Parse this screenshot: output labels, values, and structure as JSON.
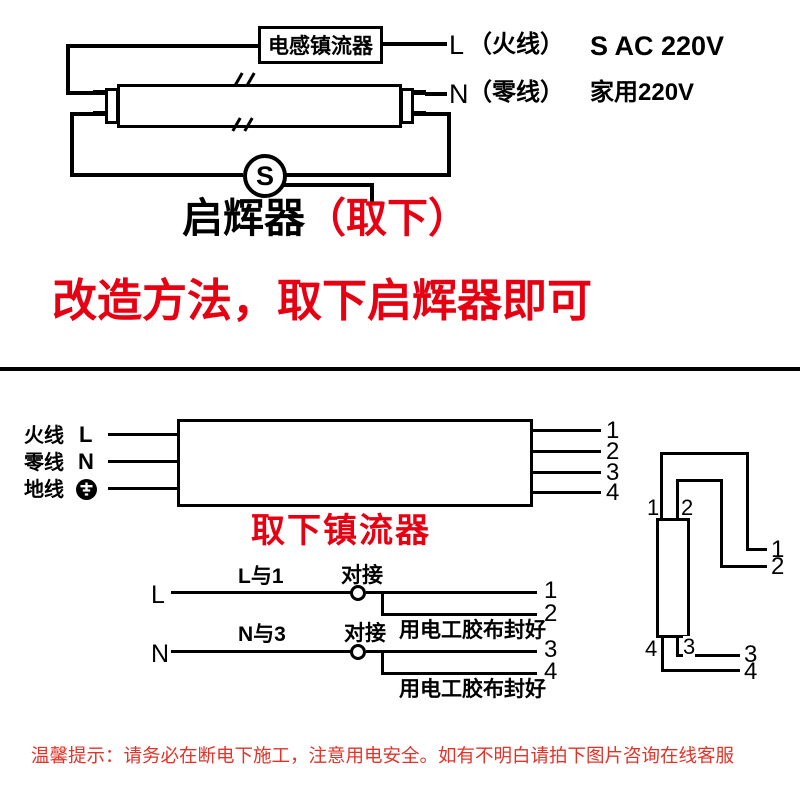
{
  "colors": {
    "accent_red": "#e60012",
    "tip_red": "#e23328"
  },
  "top": {
    "ballast_label": "电感镇流器",
    "starter_letter": "S",
    "live": {
      "letter": "L",
      "paren": "（火线）"
    },
    "neutral": {
      "letter": "N",
      "paren": "（零线）"
    },
    "supply_line1": "S AC 220V",
    "supply_line2": "家用220V",
    "starter_caption": {
      "black": "启辉器",
      "red": "（取下）"
    }
  },
  "headline": "改造方法，取下启辉器即可",
  "middle": {
    "inputs": [
      {
        "name": "火线",
        "symbol": "L"
      },
      {
        "name": "零线",
        "symbol": "N"
      },
      {
        "name": "地线",
        "symbol": "ground"
      }
    ],
    "output_pins": [
      "1",
      "2",
      "3",
      "4"
    ],
    "caption": "取下镇流器"
  },
  "wiring": {
    "rows": [
      {
        "input": "L",
        "join": "L与1",
        "connector": "对接",
        "pins": [
          "1",
          "2"
        ],
        "note": "用电工胶布封好"
      },
      {
        "input": "N",
        "join": "N与3",
        "connector": "对接",
        "pins": [
          "3",
          "4"
        ],
        "note": "用电工胶布封好"
      }
    ]
  },
  "tube": {
    "top_pin_labels": [
      "1",
      "2"
    ],
    "top_wire_ends": [
      "1",
      "2"
    ],
    "bottom_pin_labels": [
      "4",
      "3"
    ],
    "bottom_wire_ends": [
      "3",
      "4"
    ]
  },
  "footer_tip": "温馨提示：请务必在断电下施工，注意用电安全。如有不明白请拍下图片咨询在线客服"
}
